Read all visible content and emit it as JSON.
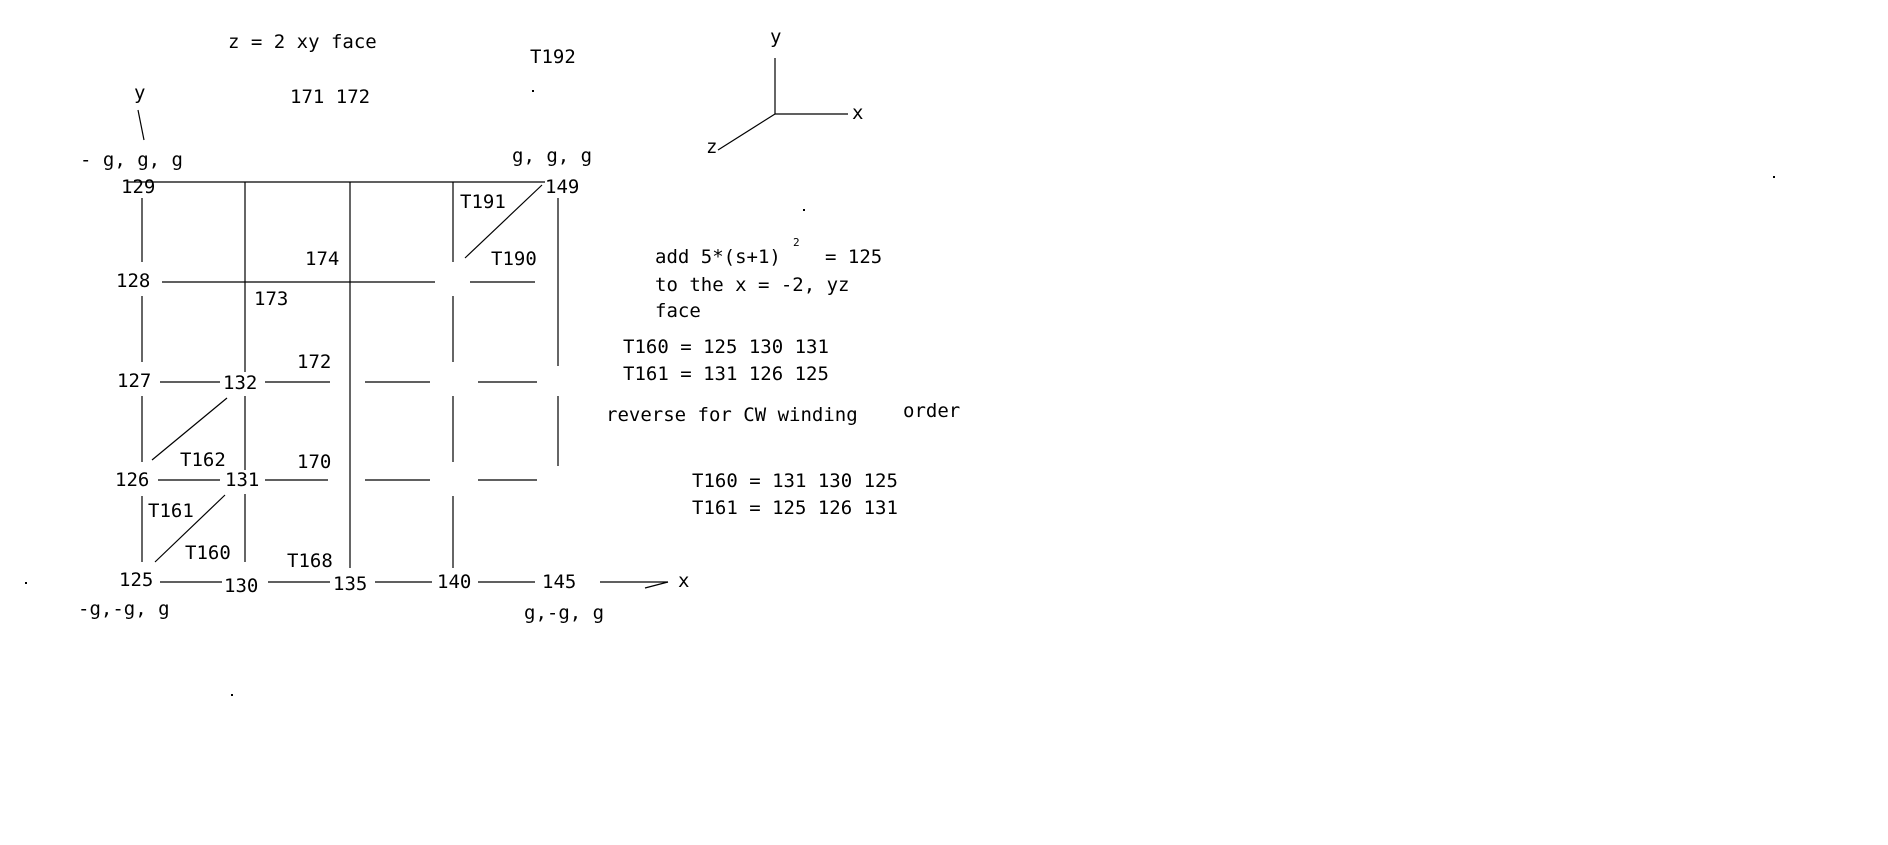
{
  "header": {
    "face_title": "z =  2 xy face",
    "top_labels": "171 172",
    "t192": "T192"
  },
  "axes_small": {
    "y": "y",
    "x": "x"
  },
  "axes_3d": {
    "y": "y",
    "x": "x",
    "z": "z"
  },
  "corners": {
    "top_left": "- g, g, g",
    "top_right": "g, g, g",
    "bottom_left": "-g,-g, g",
    "bottom_right": "g,-g, g"
  },
  "vertices": {
    "v129": "129",
    "v149": "149",
    "v128": "128",
    "v127": "127",
    "v132": "132",
    "v126": "126",
    "v131": "131",
    "v125": "125",
    "v130": "130",
    "v135": "135",
    "v140": "140",
    "v145": "145"
  },
  "triangles": {
    "t191": "T191",
    "t190": "T190",
    "t174": "174",
    "t173": "173",
    "t172": "172",
    "t170": "170",
    "t162": "T162",
    "t161": "T161",
    "t160": "T160",
    "t168": "T168"
  },
  "notes": {
    "line1": "add 5*(s+1)",
    "exp": "2",
    "line1_eq": "=  125",
    "line2": "to the x = -2, yz",
    "line3": "face",
    "t160_a": "T160 = 125 130 131",
    "t161_a": "T161 = 131 126 125",
    "reverse": "reverse for CW winding",
    "order": "order",
    "t160_b": "T160 = 131 130 125",
    "t161_b": "T161 = 125 126 131"
  }
}
